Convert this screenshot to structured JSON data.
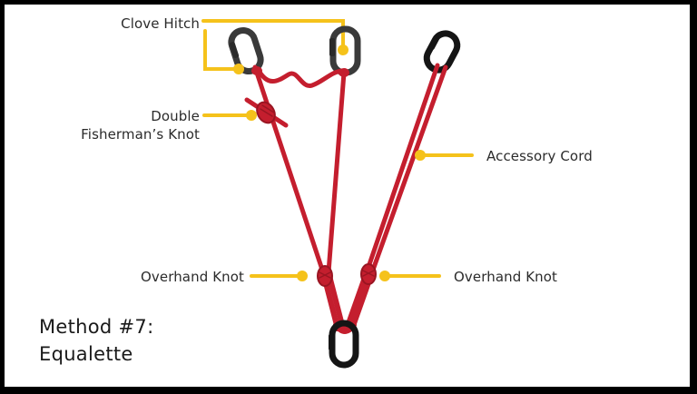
{
  "title": {
    "line1": "Method #7:",
    "line2": "Equalette"
  },
  "labels": {
    "clove_hitch": "Clove Hitch",
    "double_fisherman_line1": "Double",
    "double_fisherman_line2": "Fisherman’s Knot",
    "accessory_cord": "Accessory Cord",
    "overhand_knot_left": "Overhand Knot",
    "overhand_knot_right": "Overhand Knot"
  },
  "colors": {
    "frame": "#000000",
    "background": "#ffffff",
    "callout": "#f5c21b",
    "rope": "#c41e2e",
    "rope_dark": "#9a1522",
    "carabiner_gray": "#3a3a3a",
    "carabiner_black": "#151515",
    "text": "#2b2b2b"
  },
  "icons": {
    "carabiner": "carabiner-icon",
    "callout_dot": "callout-dot-icon"
  }
}
